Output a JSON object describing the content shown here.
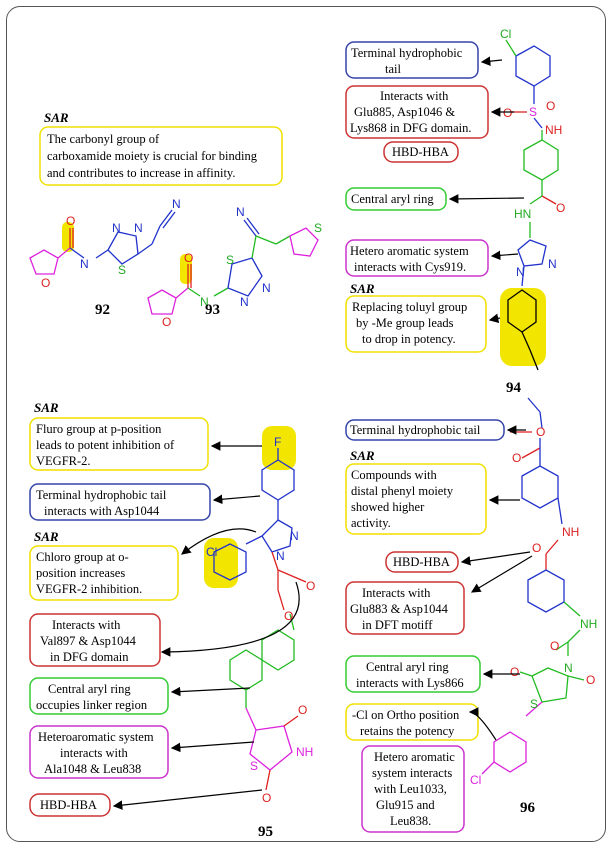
{
  "panels": {
    "p92_93": {
      "sar": "SAR",
      "note": [
        "The carbonyl group of",
        "carboxamide moiety is crucial for binding",
        "and contributes to increase in affinity."
      ],
      "label_a": "92",
      "label_b": "93"
    },
    "p94": {
      "box1": [
        "Terminal hydrophobic",
        "tail"
      ],
      "box2": [
        "Interacts with",
        "Glu885, Asp1046 &",
        "Lys868 in DFG domain."
      ],
      "box3": "HBD-HBA",
      "box4": "Central aryl ring",
      "box5": [
        "Hetero aromatic system",
        "interacts with Cys919."
      ],
      "sar": "SAR",
      "box6": [
        "Replacing toluyl group",
        "by -Me group leads",
        "to drop in potency."
      ],
      "label": "94"
    },
    "p95": {
      "sar1": "SAR",
      "box1": [
        "Fluro group at p-position",
        "leads to potent inhibition of",
        "VEGFR-2."
      ],
      "box2": [
        "Terminal hydrophobic tail",
        "interacts with Asp1044"
      ],
      "sar2": "SAR",
      "box3": [
        "Chloro group at o-",
        "position increases",
        "VEGFR-2 inhibition."
      ],
      "box4": [
        "Interacts with",
        "Val897 & Asp1044",
        "in DFG domain"
      ],
      "box5": [
        "Central aryl ring",
        "occupies linker region"
      ],
      "box6": [
        "Heteroaromatic system",
        "interacts with",
        "Ala1048 & Leu838"
      ],
      "box7": "HBD-HBA",
      "label": "95"
    },
    "p96": {
      "box1": "Terminal hydrophobic tail",
      "sar": "SAR",
      "box2": [
        "Compounds with",
        "distal phenyl moiety",
        "showed higher",
        "activity."
      ],
      "box3": "HBD-HBA",
      "box4": [
        "Interacts with",
        "Glu883 & Asp1044",
        "in DFT motiff"
      ],
      "box5": [
        "Central aryl ring",
        "interacts with Lys866"
      ],
      "box6": [
        "-Cl on Ortho position",
        "retains the potency"
      ],
      "box7": [
        "Hetero aromatic",
        "system interacts",
        "with Leu1033,",
        "Glu915 and",
        "Leu838."
      ],
      "label": "96"
    }
  },
  "atoms": {
    "N": "N",
    "NH": "NH",
    "HN": "HN",
    "O": "O",
    "S": "S",
    "Cl": "Cl",
    "F": "F"
  },
  "colors": {
    "blue": "#2233cc",
    "red": "#dd2222",
    "green": "#22bb22",
    "magenta": "#dd22dd",
    "yellow": "#f2e600",
    "yellow_fill": "#fbf59a",
    "box_yellow": "#f0e000",
    "box_red": "#cc3333",
    "box_green": "#33cc33",
    "box_magenta": "#cc33cc",
    "box_blue": "#3344aa"
  }
}
